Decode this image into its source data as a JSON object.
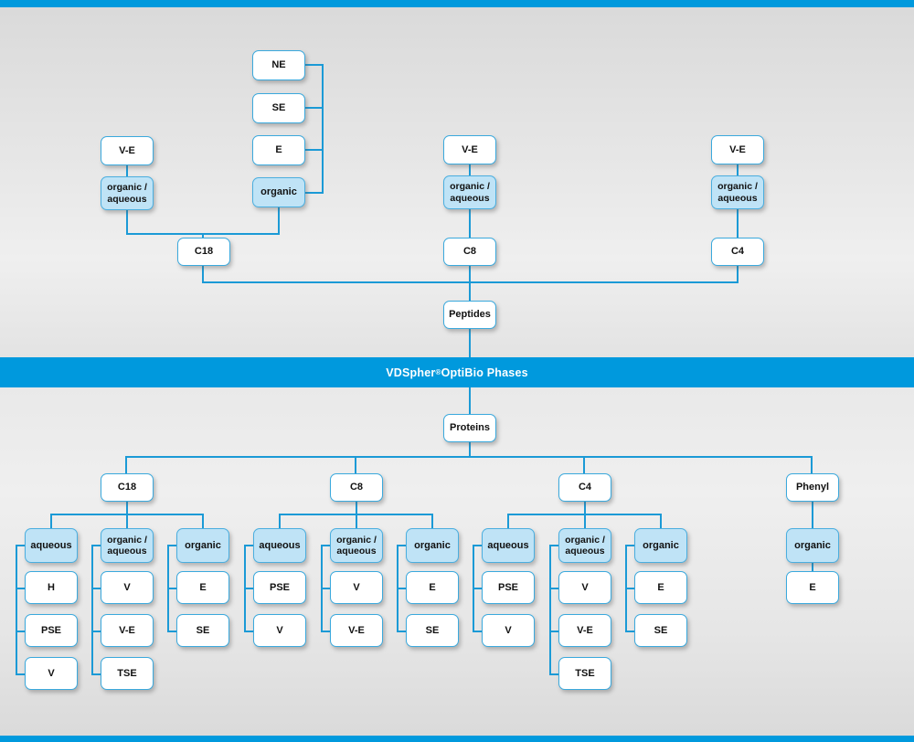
{
  "banner": {
    "brand": "VDSpher",
    "registered": "®",
    "suffix": " OptiBio Phases"
  },
  "theme": {
    "accent": "#0099dd",
    "line": "#1b9ad6",
    "node_border": "#3aa9dd",
    "node_blue_fill": "#bfe3f6",
    "node_white_fill": "#ffffff",
    "background": "#dcdcdc",
    "banner_text": "#ffffff"
  },
  "labels": {
    "peptides": "Peptides",
    "proteins": "Proteins",
    "c18": "C18",
    "c8": "C8",
    "c4": "C4",
    "phenyl": "Phenyl",
    "ve": "V-E",
    "ne": "NE",
    "se": "SE",
    "e": "E",
    "v": "V",
    "h": "H",
    "pse": "PSE",
    "tse": "TSE",
    "organic": "organic",
    "aqueous": "aqueous",
    "organic_slash": "organic /",
    "aqueous_l2": "aqueous"
  },
  "peptides_section": {
    "root": "Peptides",
    "branches": [
      {
        "phase": "C18",
        "modes": [
          {
            "mode": "organic / aqueous",
            "items": [
              "V-E"
            ]
          },
          {
            "mode": "organic",
            "items": [
              "NE",
              "SE",
              "E"
            ]
          }
        ]
      },
      {
        "phase": "C8",
        "modes": [
          {
            "mode": "organic / aqueous",
            "items": [
              "V-E"
            ]
          }
        ]
      },
      {
        "phase": "C4",
        "modes": [
          {
            "mode": "organic / aqueous",
            "items": [
              "V-E"
            ]
          }
        ]
      }
    ]
  },
  "proteins_section": {
    "root": "Proteins",
    "branches": [
      {
        "phase": "C18",
        "modes": [
          {
            "mode": "aqueous",
            "items": [
              "H",
              "PSE",
              "V"
            ]
          },
          {
            "mode": "organic / aqueous",
            "items": [
              "V",
              "V-E",
              "TSE"
            ]
          },
          {
            "mode": "organic",
            "items": [
              "E",
              "SE"
            ]
          }
        ]
      },
      {
        "phase": "C8",
        "modes": [
          {
            "mode": "aqueous",
            "items": [
              "PSE",
              "V"
            ]
          },
          {
            "mode": "organic / aqueous",
            "items": [
              "V",
              "V-E"
            ]
          },
          {
            "mode": "organic",
            "items": [
              "E",
              "SE"
            ]
          }
        ]
      },
      {
        "phase": "C4",
        "modes": [
          {
            "mode": "aqueous",
            "items": [
              "PSE",
              "V"
            ]
          },
          {
            "mode": "organic / aqueous",
            "items": [
              "V",
              "V-E",
              "TSE"
            ]
          },
          {
            "mode": "organic",
            "items": [
              "E",
              "SE"
            ]
          }
        ]
      },
      {
        "phase": "Phenyl",
        "modes": [
          {
            "mode": "organic",
            "items": [
              "E"
            ]
          }
        ]
      }
    ]
  }
}
